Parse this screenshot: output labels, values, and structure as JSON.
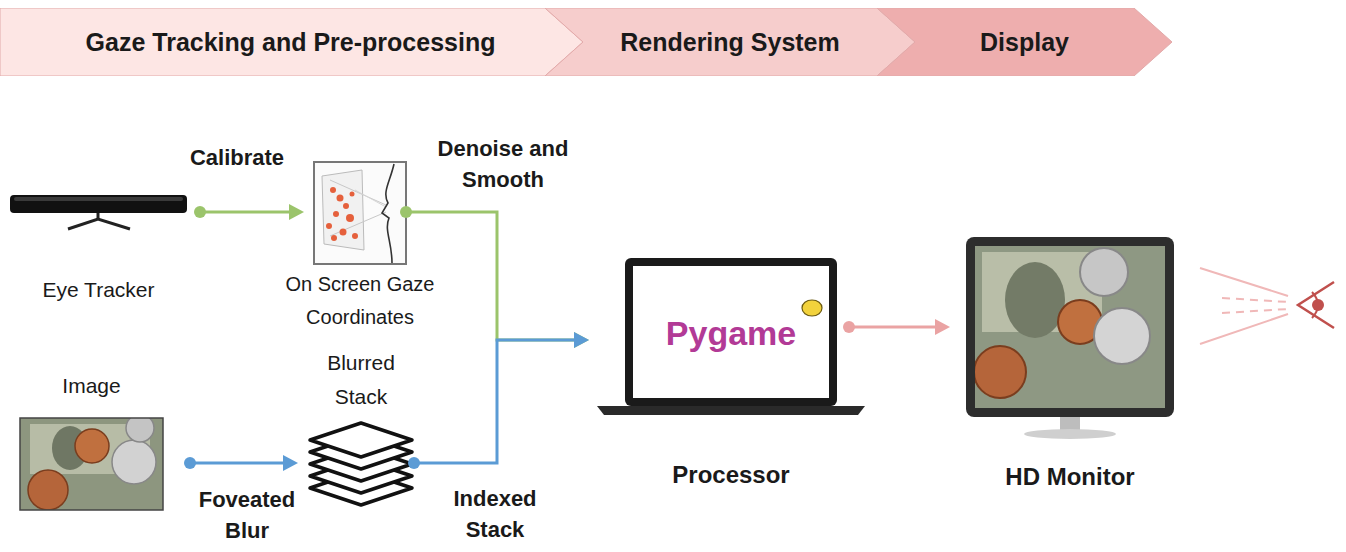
{
  "diagram": {
    "nodes": [
      {
        "text": [
          "Gaze Tracking and Pre-processing"
        ]
      },
      {
        "text": [
          "Rendering System"
        ]
      },
      {
        "text": [
          "Display"
        ]
      },
      {
        "text": [
          "Eye Tracker"
        ]
      },
      {
        "text": [
          "On Screen Gaze Coordinates"
        ]
      },
      {
        "text": [
          "Image"
        ]
      },
      {
        "text": [
          "Blurred Stack"
        ]
      },
      {
        "text": [
          "Pygame",
          "Processor"
        ]
      },
      {
        "text": [
          "HD Monitor"
        ]
      }
    ],
    "edges": [
      {
        "from": 3,
        "to": 4,
        "arrow": "to",
        "label": "Calibrate"
      },
      {
        "from": 5,
        "to": 6,
        "arrow": "to",
        "label": "Foveated Blur"
      },
      {
        "from": 4,
        "to": 7,
        "arrow": "to",
        "label": "Denoise and Smooth"
      },
      {
        "from": 6,
        "to": 7,
        "arrow": "to",
        "label": "Indexed Stack"
      },
      {
        "from": 7,
        "to": 8,
        "arrow": "to"
      }
    ]
  }
}
